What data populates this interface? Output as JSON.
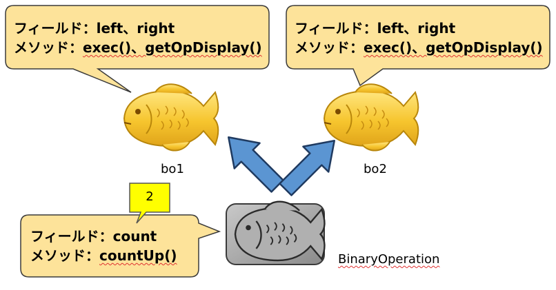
{
  "bubbles": {
    "bo1": {
      "line1": {
        "prefix": "フィールド：",
        "value": "left、right"
      },
      "line2": {
        "prefix": "メソッド：",
        "value": "exec()、getOpDisplay()"
      }
    },
    "bo2": {
      "line1": {
        "prefix": "フィールド：",
        "value": "left、right"
      },
      "line2": {
        "prefix": "メソッド：",
        "value": "exec()、getOpDisplay()"
      }
    },
    "class": {
      "line1": {
        "prefix": "フィールド：",
        "value": "count"
      },
      "line2": {
        "prefix": "メソッド：",
        "value": "countUp()"
      }
    }
  },
  "labels": {
    "bo1": "bo1",
    "bo2": "bo2",
    "class_name": "BinaryOperation"
  },
  "badge": {
    "value": "2"
  },
  "colors": {
    "bubble_fill": "#fde39a",
    "bubble_stroke": "#3a3a3a",
    "badge_fill": "#ffff00",
    "arrow_fill": "#5b95d2",
    "arrow_stroke": "#1f3a60",
    "fish_gold": "#f5c02a",
    "fish_gold_light": "#ffe27a",
    "mold_fill": "#9a9a9a",
    "mold_dark": "#3a3a3a"
  }
}
